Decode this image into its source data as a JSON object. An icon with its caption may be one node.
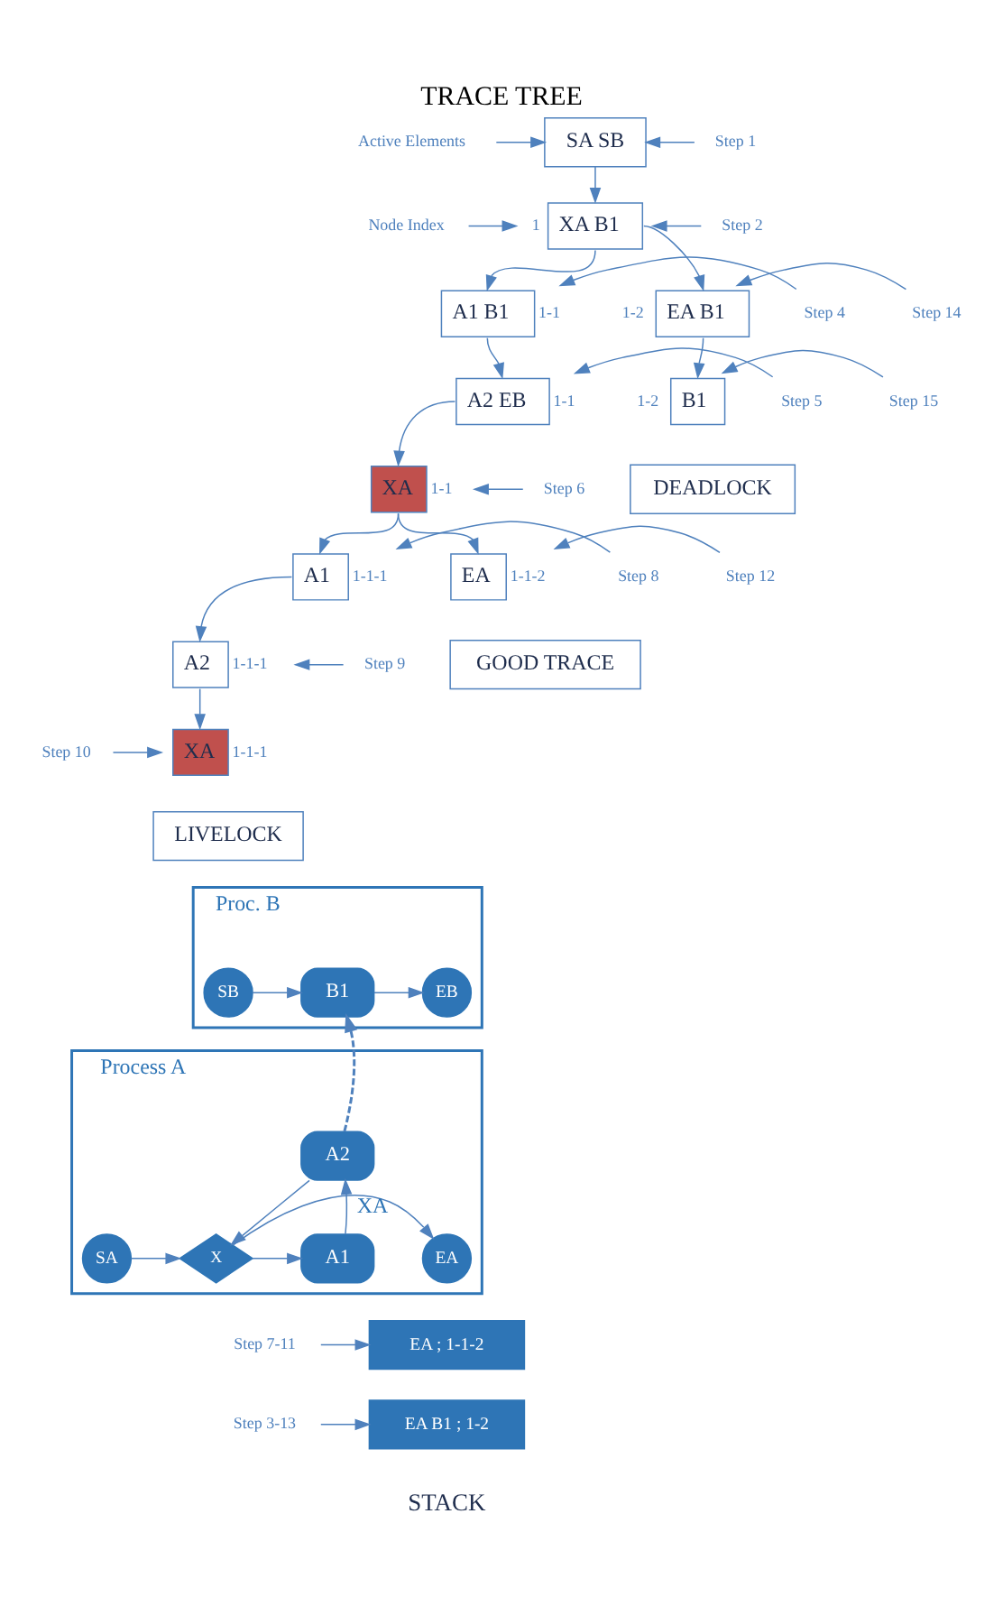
{
  "diagram": {
    "title": "TRACE TREE",
    "nodes": [
      {
        "text": [
          "SA SB"
        ]
      },
      {
        "text": [
          "Active Elements"
        ]
      },
      {
        "text": [
          "Step 1"
        ]
      },
      {
        "text": [
          "XA B1"
        ],
        "beside": [
          "1"
        ]
      },
      {
        "text": [
          "Node Index"
        ]
      },
      {
        "text": [
          "Step 2"
        ]
      },
      {
        "text": [
          "A1 B1"
        ],
        "beside": [
          "1-1"
        ]
      },
      {
        "text": [
          "Step 4"
        ]
      },
      {
        "text": [
          "EA B1"
        ],
        "beside": [
          "1-2"
        ]
      },
      {
        "text": [
          "Step 14"
        ]
      },
      {
        "text": [
          "A2 EB"
        ],
        "beside": [
          "1-1"
        ]
      },
      {
        "text": [
          "Step 5"
        ]
      },
      {
        "text": [
          "B1"
        ],
        "beside": [
          "1-2"
        ]
      },
      {
        "text": [
          "Step 15"
        ]
      },
      {
        "text": [
          "DEADLOCK"
        ]
      },
      {
        "text": [
          "XA"
        ],
        "beside": [
          "1-1"
        ]
      },
      {
        "text": [
          "Step 6"
        ]
      },
      {
        "text": [
          "A1"
        ],
        "beside": [
          "1-1-1"
        ]
      },
      {
        "text": [
          "Step 8"
        ]
      },
      {
        "text": [
          "EA"
        ],
        "beside": [
          "1-1-2"
        ]
      },
      {
        "text": [
          "Step 12"
        ]
      },
      {
        "text": [
          "GOOD TRACE"
        ]
      },
      {
        "text": [
          "A2"
        ],
        "beside": [
          "1-1-1"
        ]
      },
      {
        "text": [
          "Step 9"
        ]
      },
      {
        "text": [
          "XA"
        ],
        "beside": [
          "1-1-1"
        ]
      },
      {
        "text": [
          "Step 10"
        ]
      },
      {
        "text": [
          "LIVELOCK"
        ]
      },
      {
        "text": [
          "Proc. B"
        ]
      },
      {
        "text": [
          "SB"
        ],
        "in": 27
      },
      {
        "text": [
          "B1"
        ],
        "in": 27
      },
      {
        "text": [
          "EB"
        ],
        "in": 27
      },
      {
        "text": [
          "Process A"
        ]
      },
      {
        "text": [
          "SA"
        ],
        "in": 31
      },
      {
        "text": [
          "X"
        ],
        "in": 31
      },
      {
        "text": [
          "A2"
        ],
        "in": 31
      },
      {
        "text": [
          "A1"
        ],
        "in": 31
      },
      {
        "text": [
          "EA"
        ],
        "in": 31
      },
      {
        "text": [
          "EA ; 1-1-2"
        ]
      },
      {
        "text": [
          "Step 7-11"
        ]
      },
      {
        "text": [
          "EA B1 ; 1-2"
        ]
      },
      {
        "text": [
          "Step 3-13"
        ]
      }
    ],
    "edges": [
      {
        "from": 0,
        "to": 3,
        "arrow": "to"
      },
      {
        "from": 3,
        "to": 6,
        "arrow": "to"
      },
      {
        "from": 3,
        "to": 8,
        "arrow": "to"
      },
      {
        "from": 6,
        "to": 10,
        "arrow": "to"
      },
      {
        "from": 8,
        "to": 12,
        "arrow": "to"
      },
      {
        "from": 10,
        "to": 15,
        "arrow": "to"
      },
      {
        "from": 15,
        "to": 17,
        "arrow": "to"
      },
      {
        "from": 15,
        "to": 19,
        "arrow": "to"
      },
      {
        "from": 17,
        "to": 22,
        "arrow": "to"
      },
      {
        "from": 22,
        "to": 24,
        "arrow": "to"
      },
      {
        "from": 1,
        "to": 0,
        "arrow": "to"
      },
      {
        "from": 2,
        "to": 0,
        "arrow": "to"
      },
      {
        "from": 4,
        "to": 3,
        "arrow": "to"
      },
      {
        "from": 5,
        "to": 3,
        "arrow": "to"
      },
      {
        "from": 7,
        "to": 6,
        "arrow": "to"
      },
      {
        "from": 9,
        "to": 8,
        "arrow": "to"
      },
      {
        "from": 11,
        "to": 10,
        "arrow": "to"
      },
      {
        "from": 13,
        "to": 12,
        "arrow": "to"
      },
      {
        "from": 16,
        "to": 15,
        "arrow": "to"
      },
      {
        "from": 18,
        "to": 17,
        "arrow": "to"
      },
      {
        "from": 20,
        "to": 19,
        "arrow": "to"
      },
      {
        "from": 23,
        "to": 22,
        "arrow": "to"
      },
      {
        "from": 25,
        "to": 24,
        "arrow": "to"
      },
      {
        "from": 28,
        "to": 29,
        "arrow": "to"
      },
      {
        "from": 29,
        "to": 30,
        "arrow": "to"
      },
      {
        "from": 34,
        "to": 29,
        "arrow": "to",
        "style": "dashed"
      },
      {
        "from": 32,
        "to": 33,
        "arrow": "to"
      },
      {
        "from": 33,
        "to": 35,
        "arrow": "to"
      },
      {
        "from": 35,
        "to": 34,
        "arrow": "to"
      },
      {
        "from": 34,
        "to": 33,
        "arrow": "to"
      },
      {
        "from": 33,
        "to": 36,
        "arrow": "to",
        "label": "XA"
      },
      {
        "from": 38,
        "to": 37,
        "arrow": "to"
      },
      {
        "from": 40,
        "to": 39,
        "arrow": "to"
      }
    ],
    "labels": [
      "STACK"
    ]
  }
}
